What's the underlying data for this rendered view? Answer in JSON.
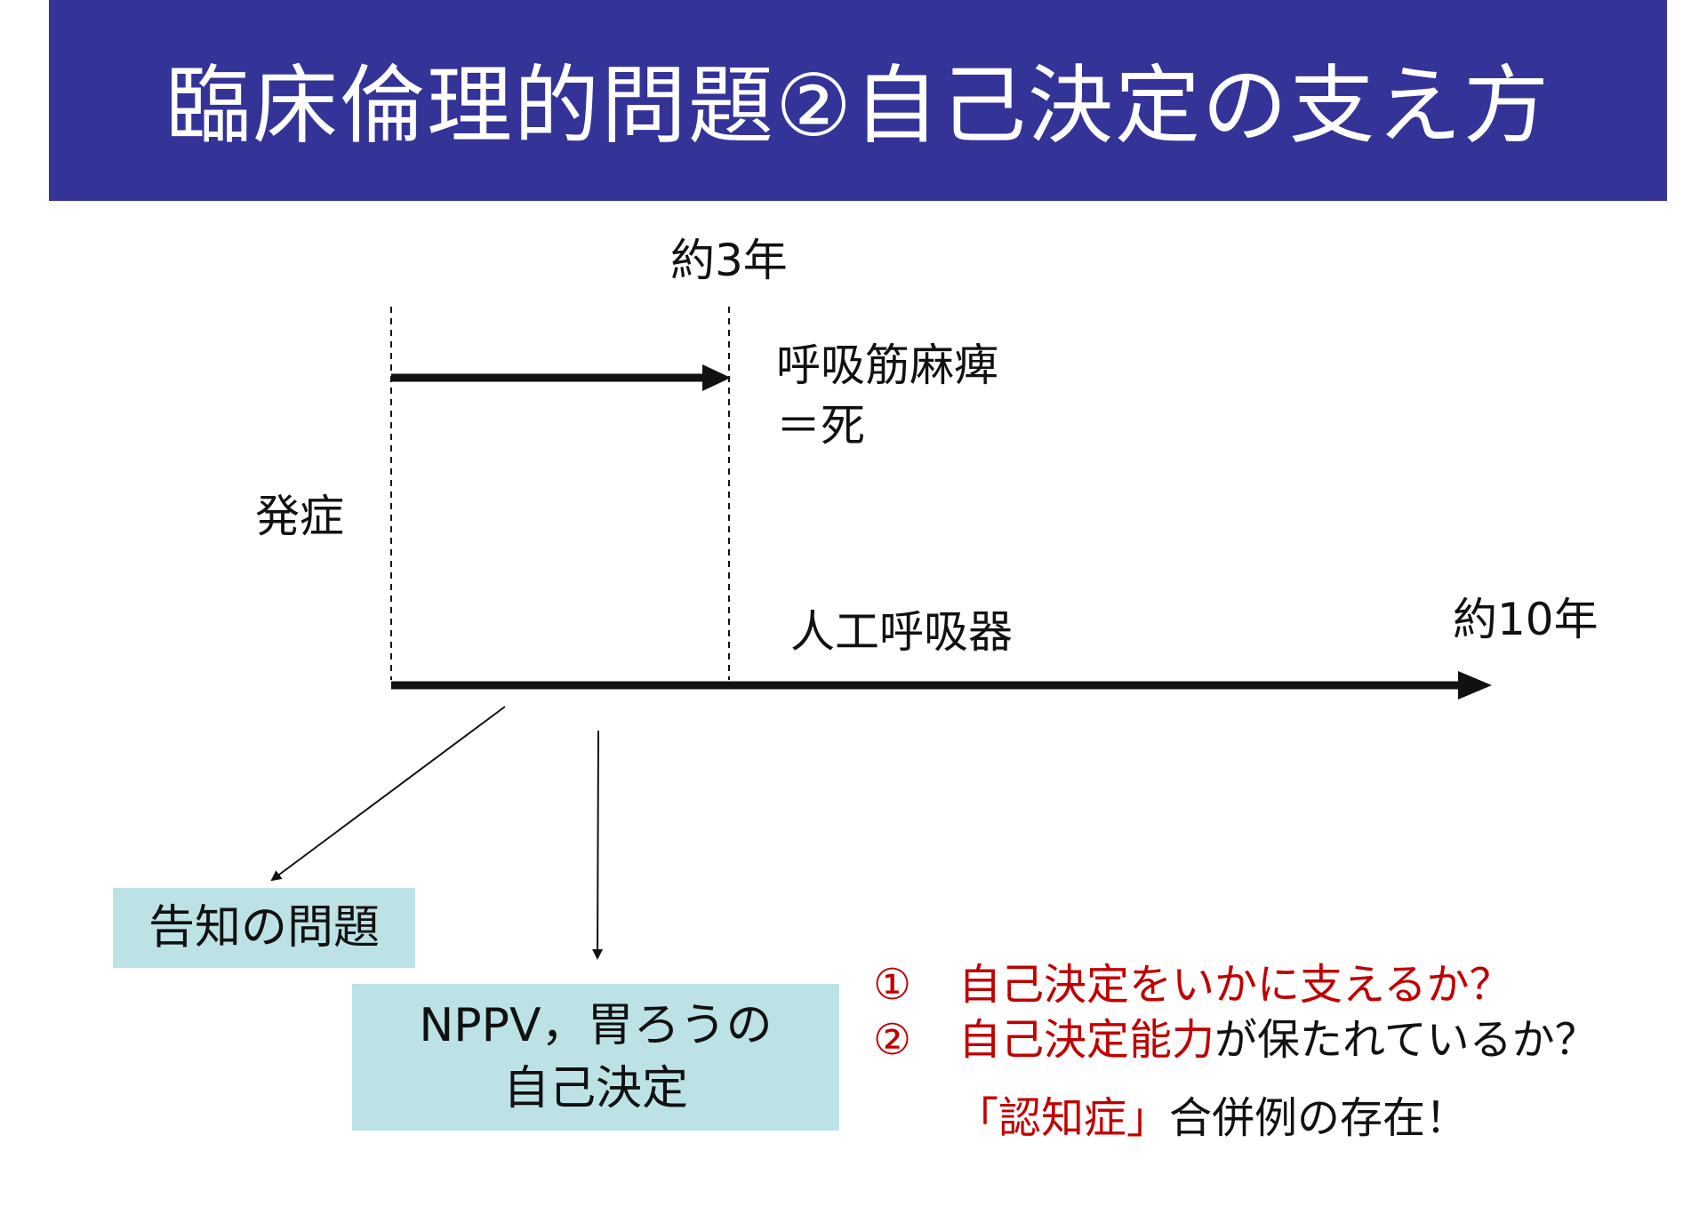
{
  "title": "臨床倫理的問題②自己決定の支え方",
  "colors": {
    "title_bg": "#343398",
    "title_text": "#ffffff",
    "box_bg": "#bde2e6",
    "accent_red": "#c00000"
  },
  "timeline": {
    "label_3yr": "約3年",
    "label_death_line1": "呼吸筋麻痺",
    "label_death_line2": "＝死",
    "label_onset": "発症",
    "label_ventilator": "人工呼吸器",
    "label_10yr": "約10年"
  },
  "boxes": {
    "disclosure": "告知の問題",
    "decision_line1": "NPPV，胃ろうの",
    "decision_line2": "自己決定"
  },
  "questions": [
    {
      "num": "①",
      "red_text": "自己決定をいかに支えるか？",
      "black_text": ""
    },
    {
      "num": "②",
      "red_text": "自己決定能力",
      "black_text": "が保たれているか？"
    }
  ],
  "dementia_note": {
    "red_text": "「認知症」",
    "black_text": "合併例の存在！"
  }
}
